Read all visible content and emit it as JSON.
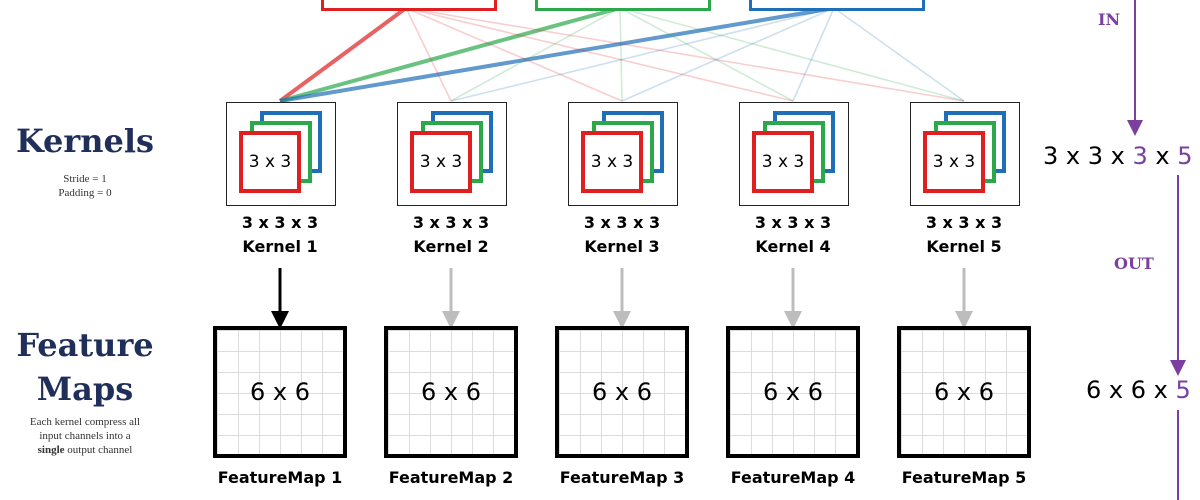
{
  "sections": {
    "kernels_title": "Kernels",
    "kernels_note_stride": "Stride = 1",
    "kernels_note_padding": "Padding = 0",
    "feature_title_line1": "Feature",
    "feature_title_line2": "Maps",
    "feature_note_line1": "Each kernel compress all",
    "feature_note_line2": "input channels into a",
    "feature_note_bold": "single",
    "feature_note_end": "output channel"
  },
  "side": {
    "in_label": "IN",
    "out_label": "OUT",
    "kernel_dims_prefix": "3 x 3 x ",
    "kernel_dims_accent1": "3",
    "kernel_dims_mid": " x ",
    "kernel_dims_accent2": "5",
    "output_dims_prefix": "6 x 6 x ",
    "output_dims_accent": "5"
  },
  "kernels": [
    {
      "size": "3 x 3",
      "dims": "3 x 3 x 3",
      "name": "Kernel 1",
      "active": true
    },
    {
      "size": "3 x 3",
      "dims": "3 x 3 x 3",
      "name": "Kernel 2",
      "active": false
    },
    {
      "size": "3 x 3",
      "dims": "3 x 3 x 3",
      "name": "Kernel 3",
      "active": false
    },
    {
      "size": "3 x 3",
      "dims": "3 x 3 x 3",
      "name": "Kernel 4",
      "active": false
    },
    {
      "size": "3 x 3",
      "dims": "3 x 3 x 3",
      "name": "Kernel 5",
      "active": false
    }
  ],
  "feature_maps": [
    {
      "size": "6 x 6",
      "name": "FeatureMap 1"
    },
    {
      "size": "6 x 6",
      "name": "FeatureMap 2"
    },
    {
      "size": "6 x 6",
      "name": "FeatureMap 3"
    },
    {
      "size": "6 x 6",
      "name": "FeatureMap 4"
    },
    {
      "size": "6 x 6",
      "name": "FeatureMap 5"
    }
  ],
  "colors": {
    "red": "#e02020",
    "green": "#2ba84a",
    "blue": "#1f6fb8",
    "title": "#1f2f5a",
    "accent": "#7b3fa0"
  }
}
